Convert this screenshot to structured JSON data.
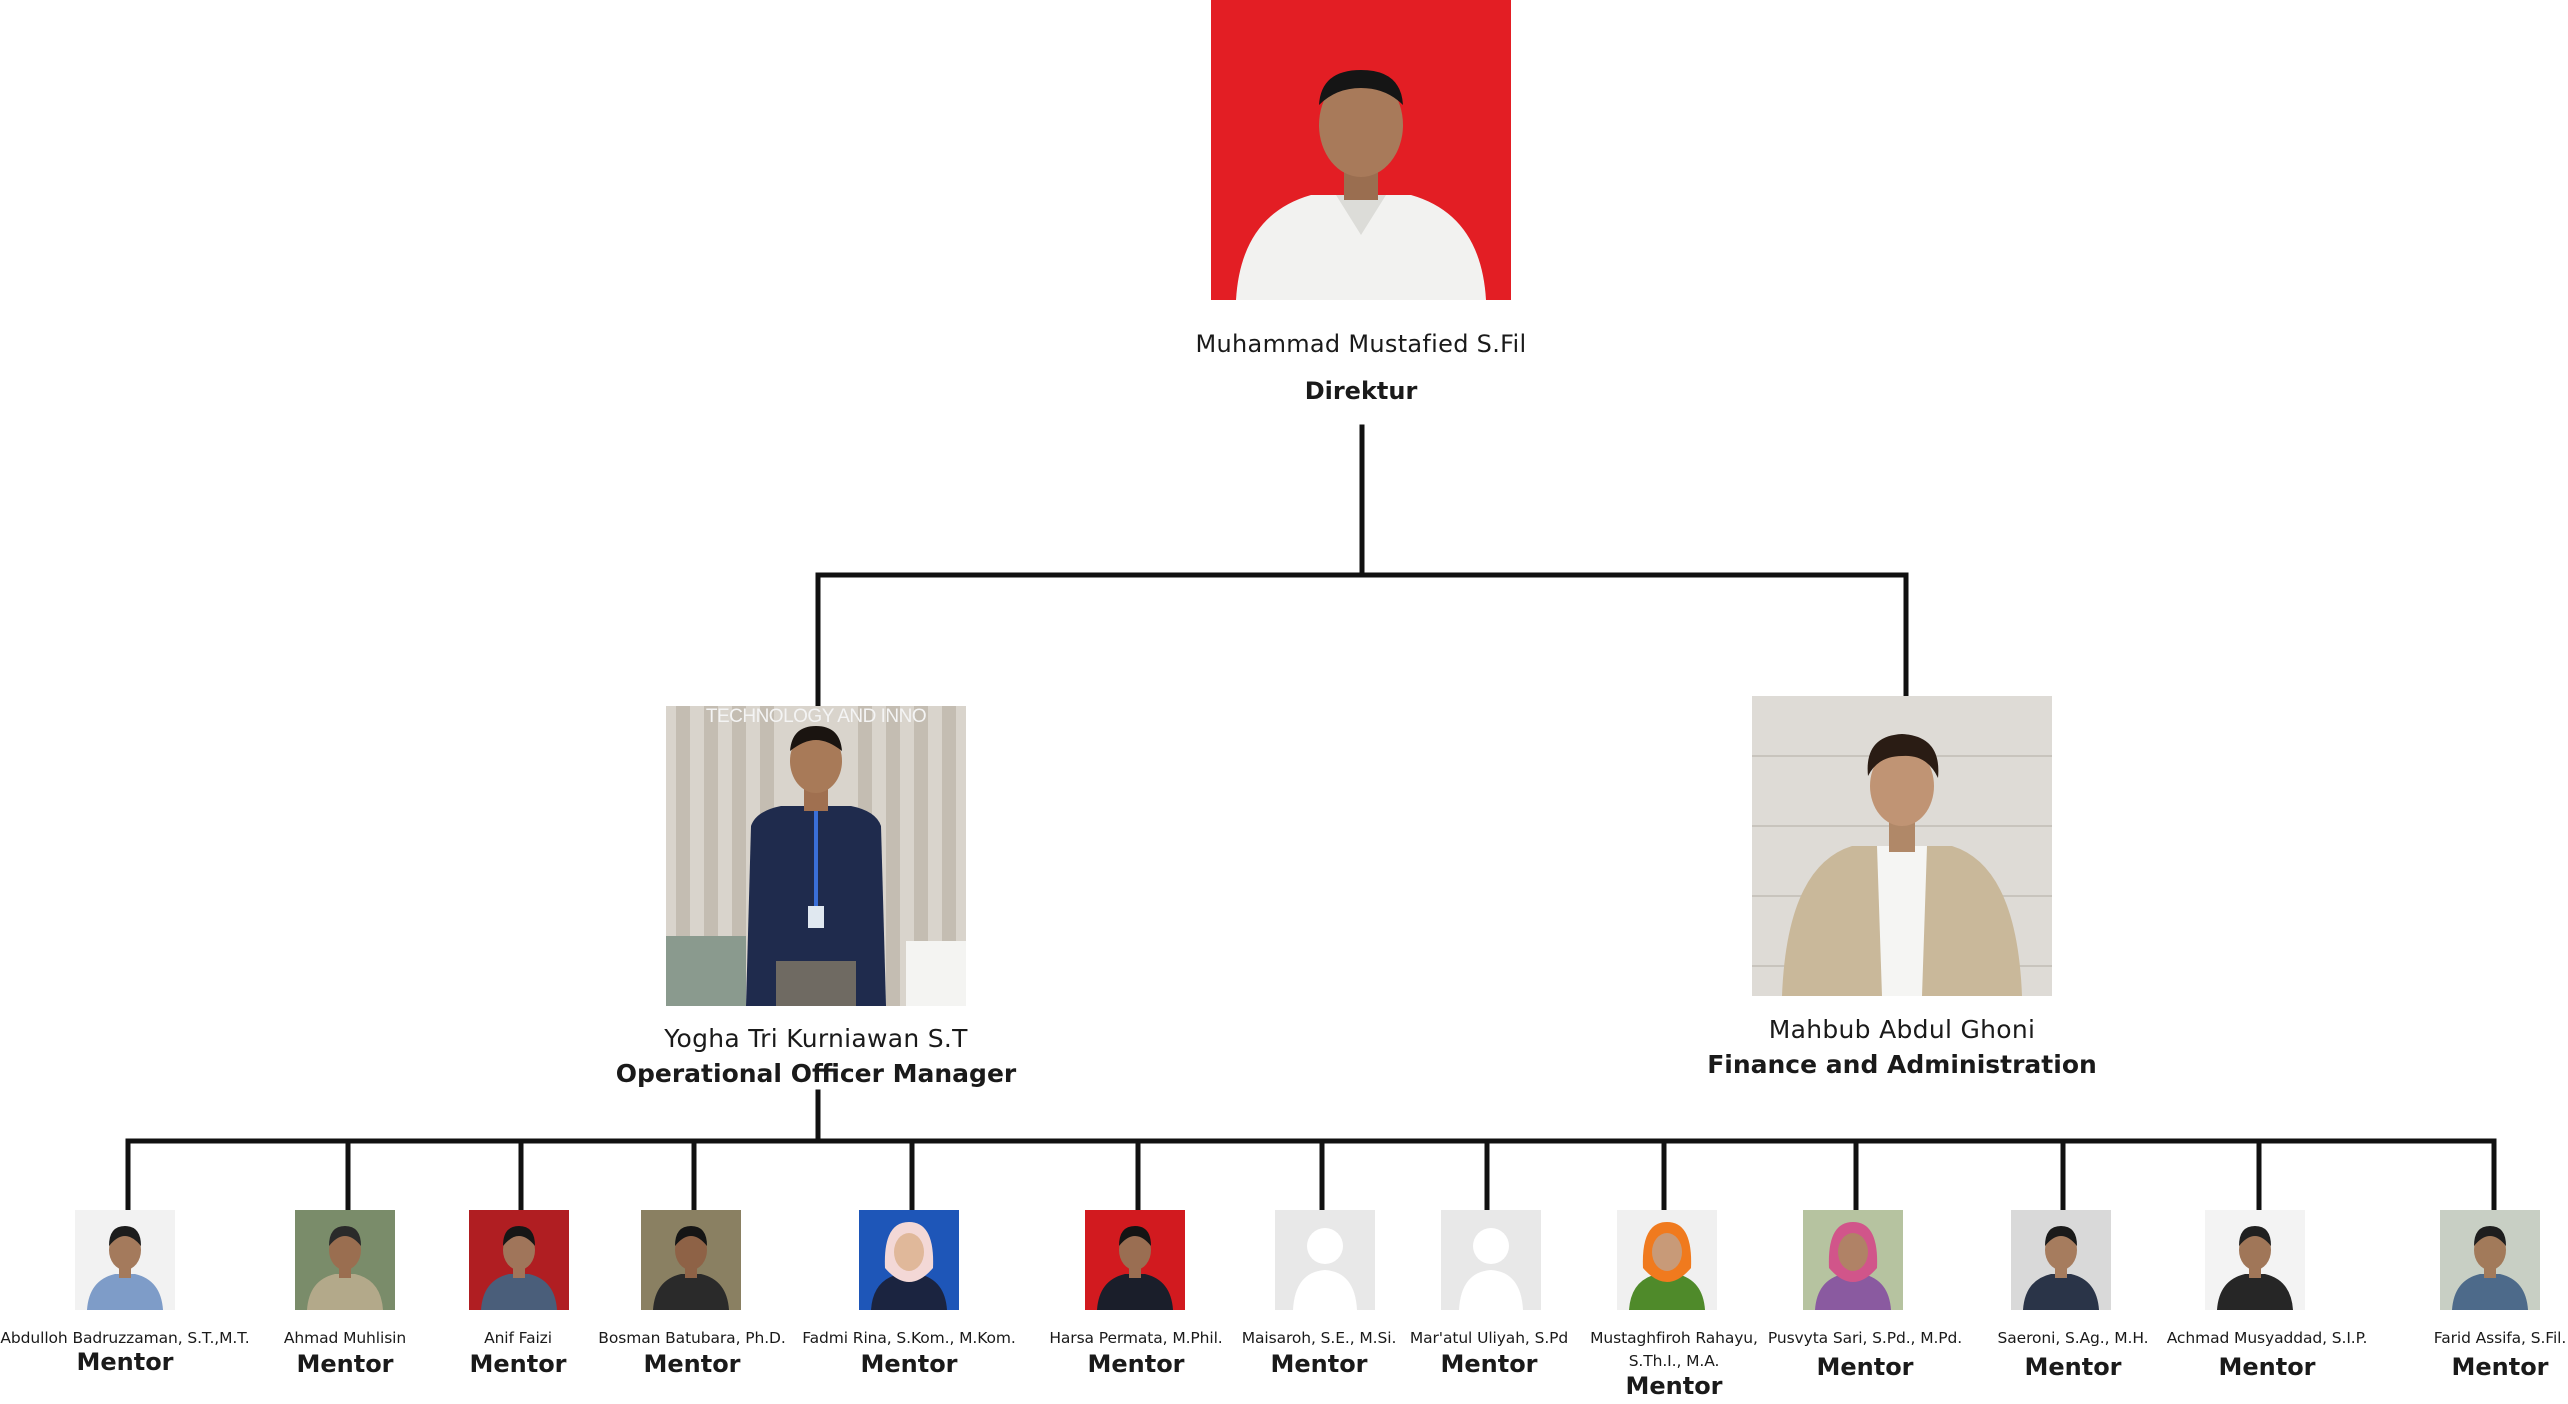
{
  "director": {
    "name": "Muhammad Mustafied S.Fil",
    "role": "Direktur",
    "photo_bg": "#e31e24"
  },
  "ops_manager": {
    "name": "Yogha Tri Kurniawan S.T",
    "role": "Operational Officer Manager",
    "wall_text": "TECHNOLOGY AND INNO"
  },
  "finance": {
    "name": "Mahbub Abdul Ghoni",
    "role": "Finance and Administration"
  },
  "mentors": [
    {
      "name": "Abdulloh Badruzzaman, S.T.,M.T.",
      "role": "Mentor",
      "icon": "person-photo"
    },
    {
      "name": "Ahmad Muhlisin",
      "role": "Mentor",
      "icon": "person-photo"
    },
    {
      "name": "Anif Faizi",
      "role": "Mentor",
      "icon": "person-photo"
    },
    {
      "name": "Bosman Batubara, Ph.D.",
      "role": "Mentor",
      "icon": "person-photo"
    },
    {
      "name": "Fadmi Rina, S.Kom., M.Kom.",
      "role": "Mentor",
      "icon": "person-photo"
    },
    {
      "name": "Harsa Permata, M.Phil.",
      "role": "Mentor",
      "icon": "person-photo"
    },
    {
      "name": "Maisaroh, S.E., M.Si.",
      "role": "Mentor",
      "icon": "avatar-placeholder-icon"
    },
    {
      "name": "Mar'atul Uliyah, S.Pd",
      "role": "Mentor",
      "icon": "avatar-placeholder-icon"
    },
    {
      "name": "Mustaghfiroh Rahayu, S.Th.I., M.A.",
      "role": "Mentor",
      "icon": "person-photo"
    },
    {
      "name": "Pusvyta Sari, S.Pd., M.Pd.",
      "role": "Mentor",
      "icon": "person-photo"
    },
    {
      "name": "Saeroni, S.Ag., M.H.",
      "role": "Mentor",
      "icon": "person-photo"
    },
    {
      "name": "Achmad Musyaddad, S.I.P.",
      "role": "Mentor",
      "icon": "person-photo"
    },
    {
      "name": "Farid Assifa, S.Fil.",
      "role": "Mentor",
      "icon": "person-photo"
    }
  ],
  "colors": {
    "connector": "#111111",
    "placeholder_bg": "#e8e8e8",
    "red_bg": "#e31e24"
  }
}
